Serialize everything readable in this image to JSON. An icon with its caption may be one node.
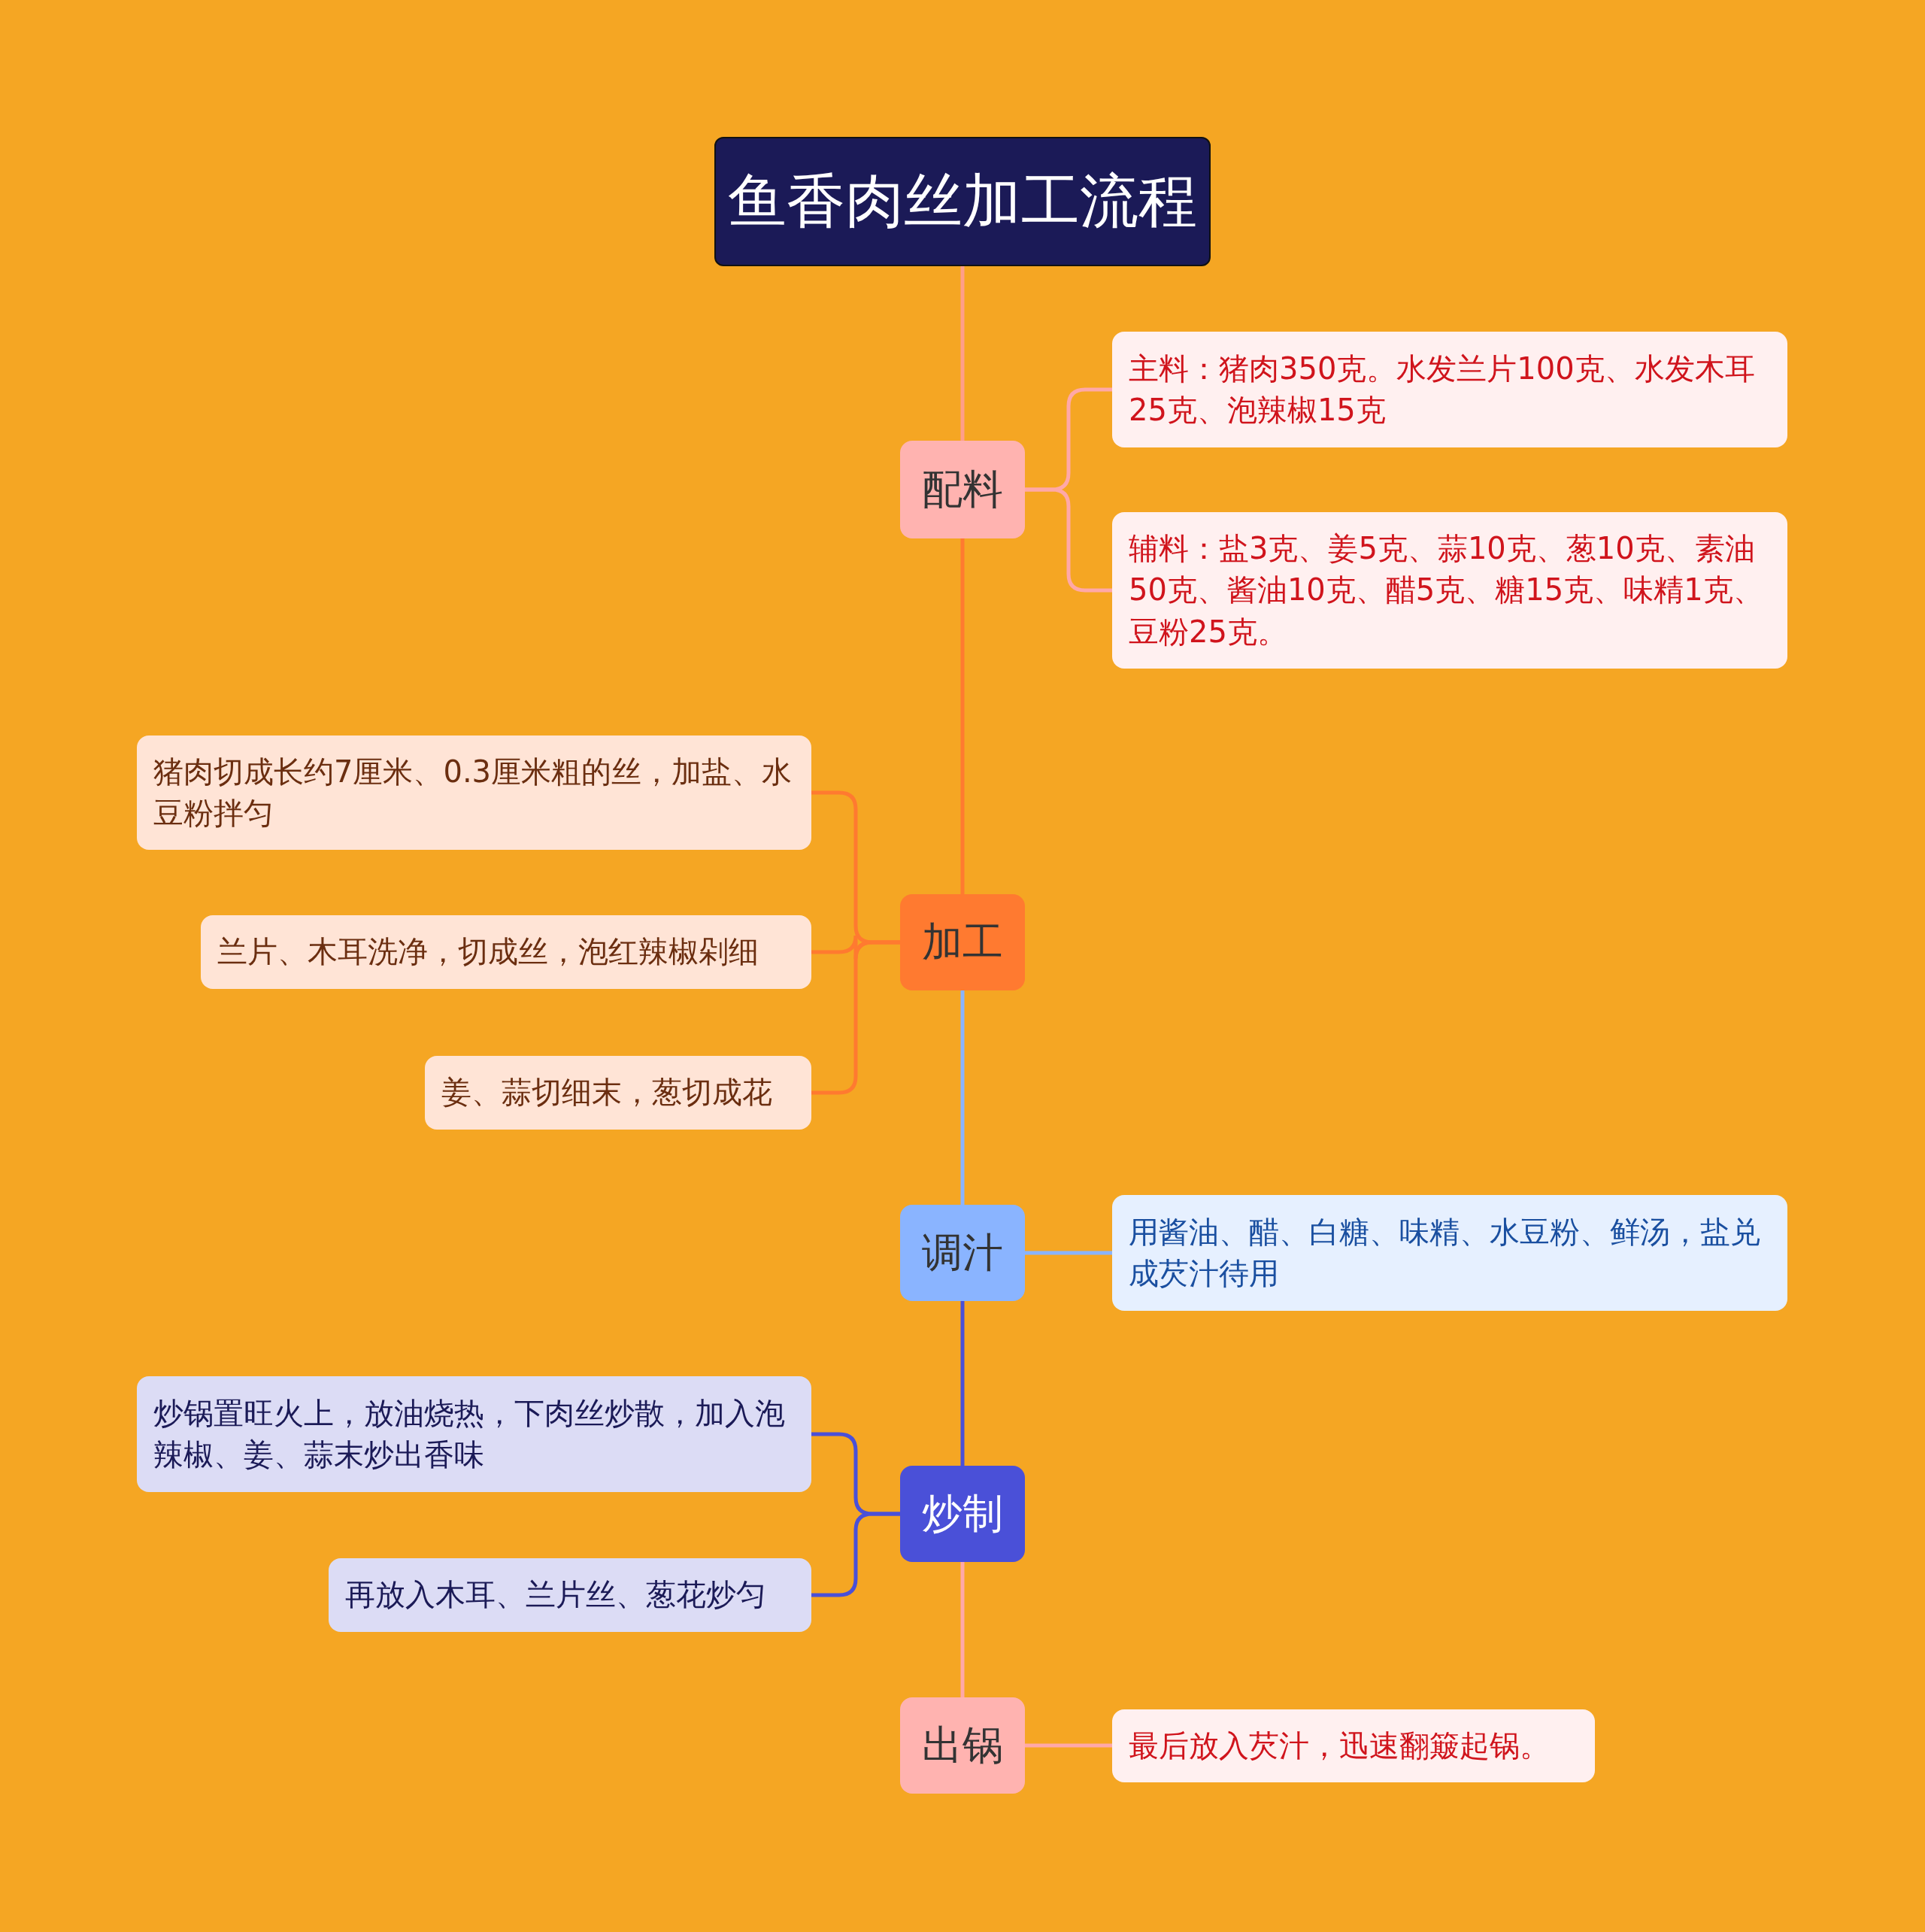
{
  "diagram": {
    "nodes": [
      {
        "text": [
          "鱼香肉丝加工流程"
        ]
      },
      {
        "text": [
          "配料"
        ]
      },
      {
        "text": [
          "主料：猪肉350克。水发兰片100克、水发木耳25克、泡辣椒15克"
        ]
      },
      {
        "text": [
          "辅料：盐3克、姜5克、蒜10克、葱10克、素油50克、酱油10克、醋5克、糖15克、味精1克、豆粉25克。"
        ]
      },
      {
        "text": [
          "加工"
        ]
      },
      {
        "text": [
          "猪肉切成长约7厘米、0.3厘米粗的丝，加盐、水豆粉拌匀"
        ]
      },
      {
        "text": [
          "兰片、木耳洗净，切成丝，泡红辣椒剁细"
        ]
      },
      {
        "text": [
          "姜、蒜切细末，葱切成花"
        ]
      },
      {
        "text": [
          "调汁"
        ]
      },
      {
        "text": [
          "用酱油、醋、白糖、味精、水豆粉、鲜汤，盐兑成芡汁待用"
        ]
      },
      {
        "text": [
          "炒制"
        ]
      },
      {
        "text": [
          "炒锅置旺火上，放油烧热，下肉丝炒散，加入泡辣椒、姜、蒜末炒出香味"
        ]
      },
      {
        "text": [
          "再放入木耳、兰片丝、葱花炒匀"
        ]
      },
      {
        "text": [
          "出锅"
        ]
      },
      {
        "text": [
          "最后放入芡汁，迅速翻簸起锅。"
        ]
      }
    ],
    "edges": [
      {
        "from": 0,
        "to": 1,
        "arrow": "none",
        "color": "#ff9e8a"
      },
      {
        "from": 1,
        "to": 2,
        "arrow": "none",
        "color": "#ffa8a8"
      },
      {
        "from": 1,
        "to": 3,
        "arrow": "none",
        "color": "#ffa8a8"
      },
      {
        "from": 1,
        "to": 4,
        "arrow": "none",
        "color": "#ff7a30"
      },
      {
        "from": 4,
        "to": 5,
        "arrow": "none",
        "color": "#ff7a30"
      },
      {
        "from": 4,
        "to": 6,
        "arrow": "none",
        "color": "#ff7a30"
      },
      {
        "from": 4,
        "to": 7,
        "arrow": "none",
        "color": "#ff7a30"
      },
      {
        "from": 4,
        "to": 8,
        "arrow": "none",
        "color": "#8ab4ff"
      },
      {
        "from": 8,
        "to": 9,
        "arrow": "none",
        "color": "#8ab4ff"
      },
      {
        "from": 8,
        "to": 10,
        "arrow": "none",
        "color": "#4a50d8"
      },
      {
        "from": 10,
        "to": 11,
        "arrow": "none",
        "color": "#4a50d8"
      },
      {
        "from": 10,
        "to": 12,
        "arrow": "none",
        "color": "#4a50d8"
      },
      {
        "from": 10,
        "to": 13,
        "arrow": "none",
        "color": "#ffa8a8"
      },
      {
        "from": 13,
        "to": 14,
        "arrow": "none",
        "color": "#ffa8a8"
      }
    ]
  }
}
